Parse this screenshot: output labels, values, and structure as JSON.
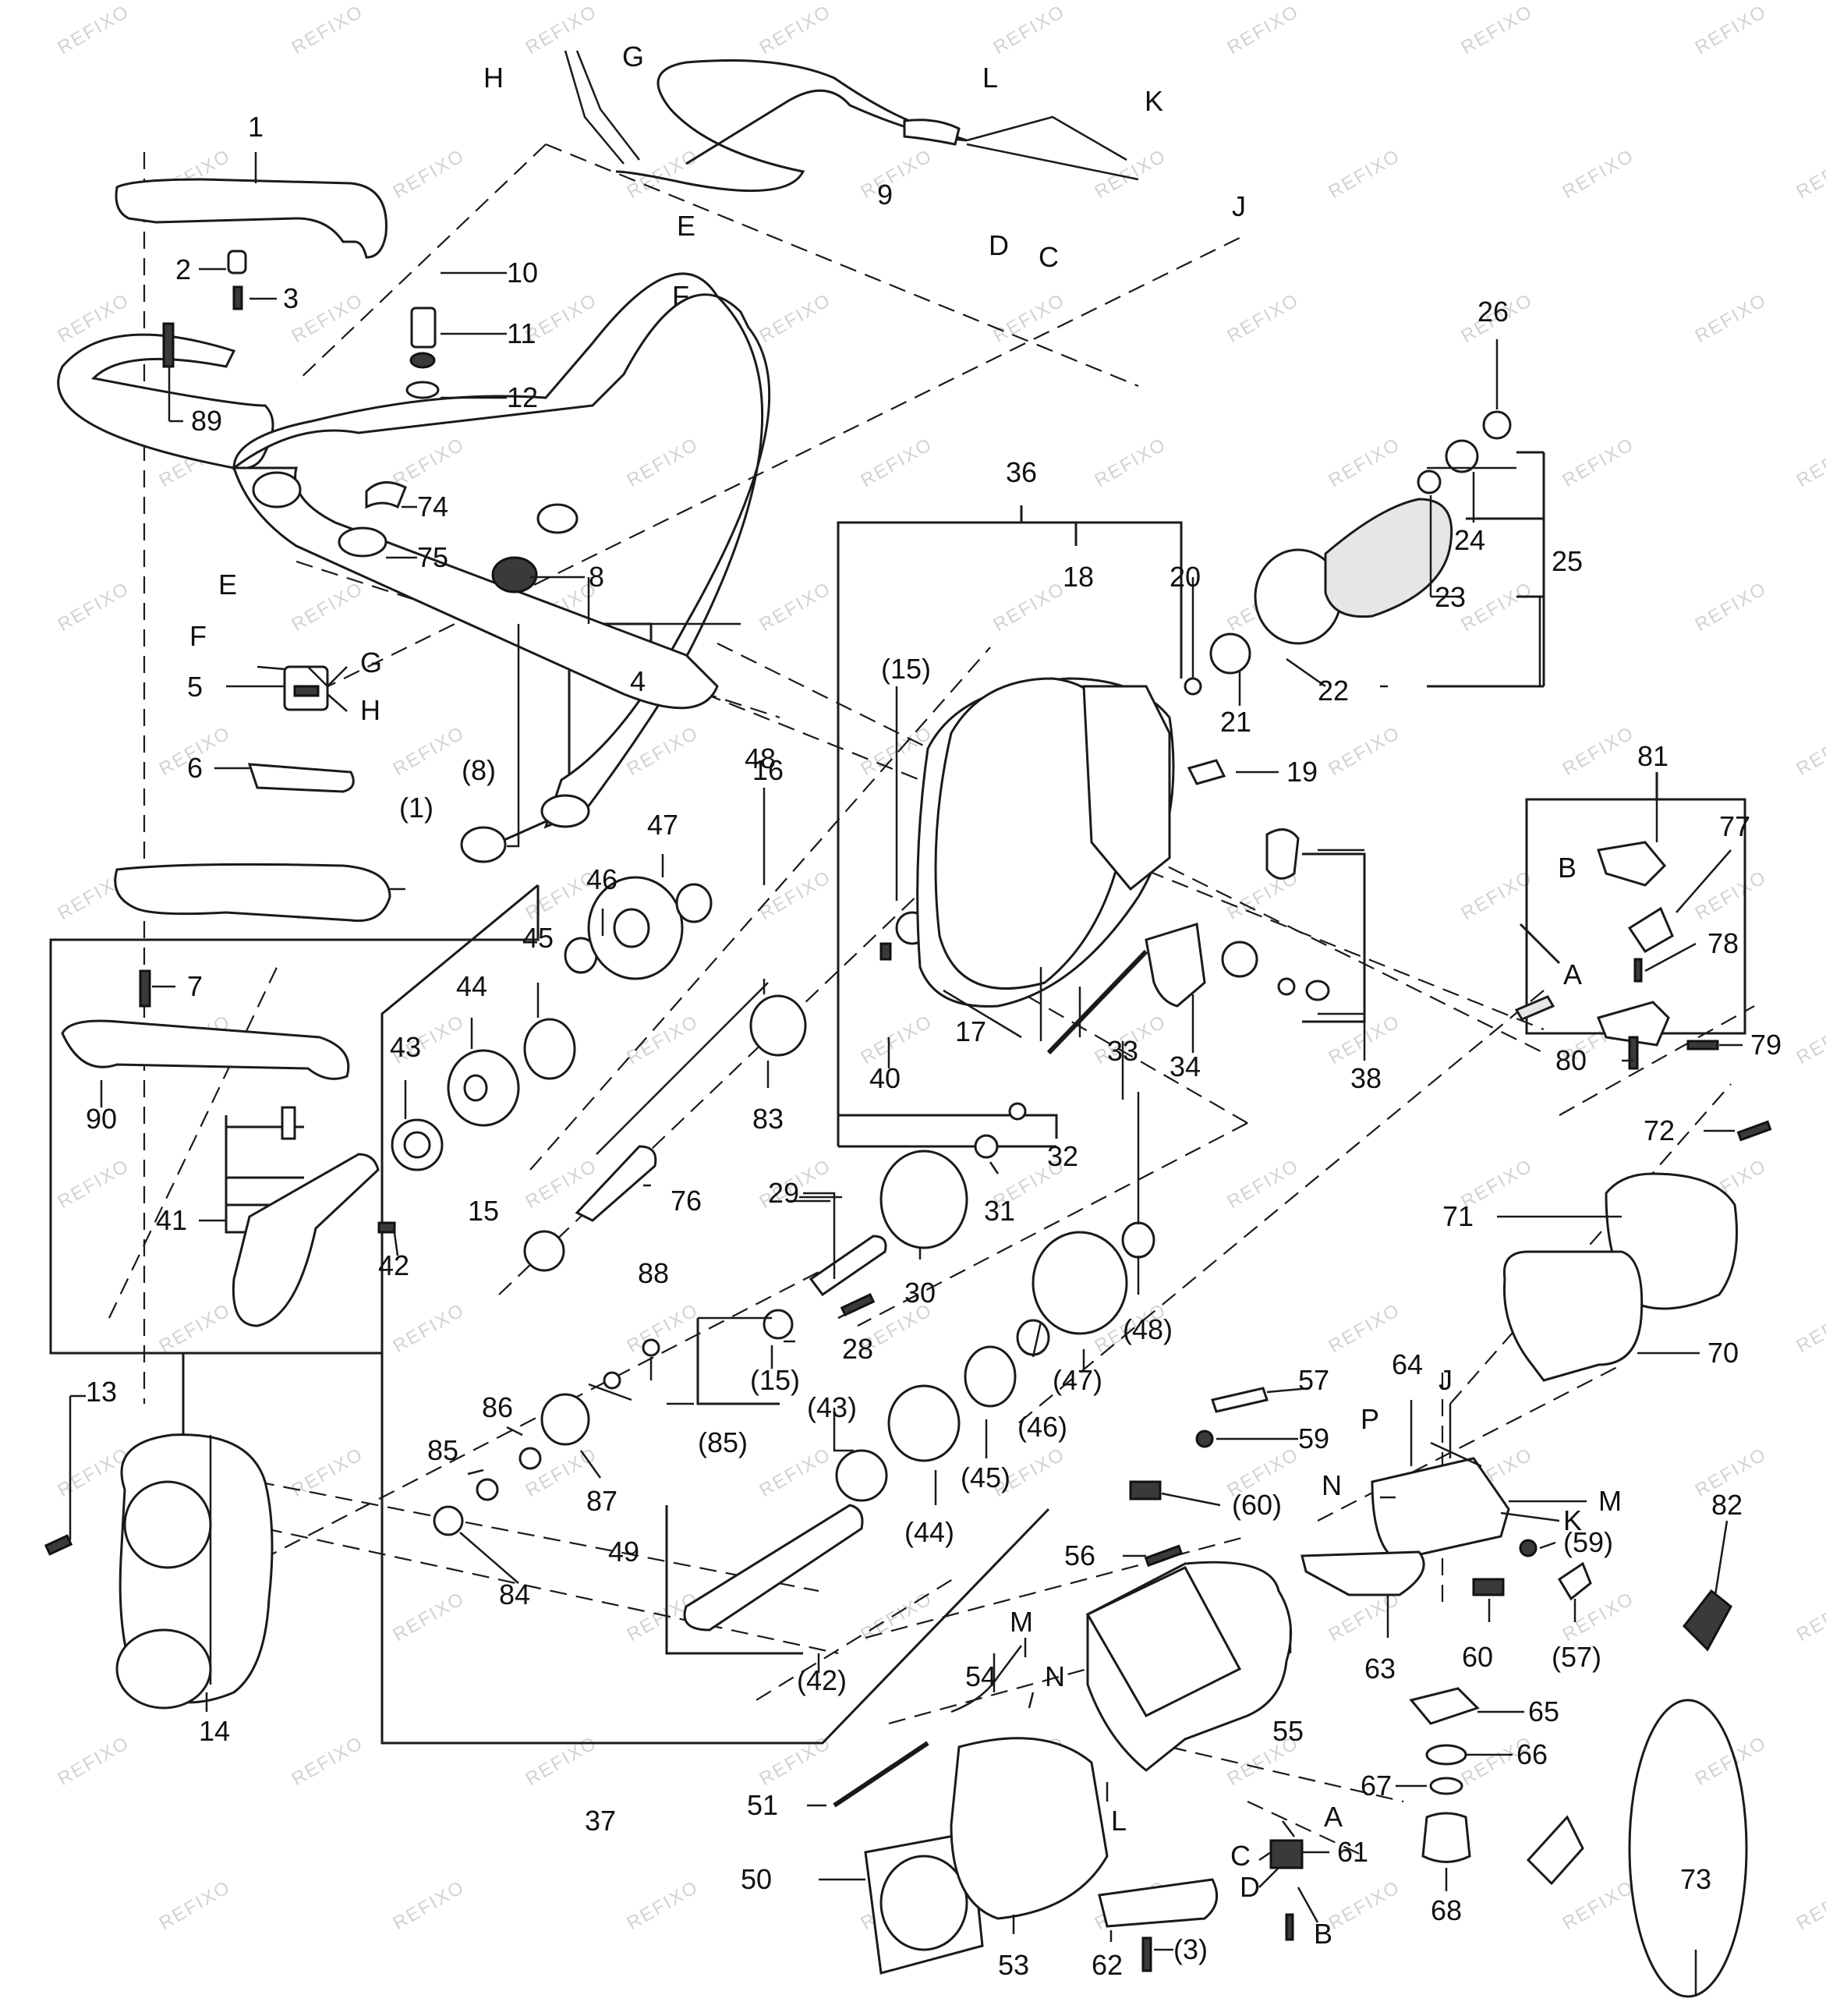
{
  "watermark": "REFIXO",
  "callouts": {
    "c1": "1",
    "c1b": "(1)",
    "c2": "2",
    "c3": "3",
    "c3b": "(3)",
    "c4": "4",
    "c5": "5",
    "c6": "6",
    "c7": "7",
    "c8": "8",
    "c8b": "(8)",
    "c9": "9",
    "c10": "10",
    "c11": "11",
    "c12": "12",
    "c13": "13",
    "c14": "14",
    "c15": "15",
    "c15b": "(15)",
    "c15c": "(15)",
    "c16": "16",
    "c17": "17",
    "c18": "18",
    "c19": "19",
    "c20": "20",
    "c21": "21",
    "c22": "22",
    "c23": "23",
    "c24": "24",
    "c25": "25",
    "c26": "26",
    "c28": "28",
    "c29": "29",
    "c30": "30",
    "c31": "31",
    "c32": "32",
    "c33": "33",
    "c34": "34",
    "c36": "36",
    "c37": "37",
    "c38": "38",
    "c40": "40",
    "c41": "41",
    "c42": "42",
    "c42b": "(42)",
    "c43": "43",
    "c43b": "(43)",
    "c44": "44",
    "c44b": "(44)",
    "c45": "45",
    "c45b": "(45)",
    "c46": "46",
    "c46b": "(46)",
    "c47": "47",
    "c47b": "(47)",
    "c48": "48",
    "c48b": "(48)",
    "c49": "49",
    "c50": "50",
    "c51": "51",
    "c53": "53",
    "c54": "54",
    "c55": "55",
    "c56": "56",
    "c57": "57",
    "c57b": "(57)",
    "c59": "59",
    "c59b": "(59)",
    "c60": "60",
    "c60b": "(60)",
    "c61": "61",
    "c62": "62",
    "c63": "63",
    "c64": "64",
    "c65": "65",
    "c66": "66",
    "c67": "67",
    "c68": "68",
    "c70": "70",
    "c71": "71",
    "c72": "72",
    "c73": "73",
    "c74": "74",
    "c75": "75",
    "c76": "76",
    "c77": "77",
    "c78": "78",
    "c79": "79",
    "c80": "80",
    "c81": "81",
    "c82": "82",
    "c83": "83",
    "c84": "84",
    "c85": "85",
    "c85b": "(85)",
    "c86": "86",
    "c87": "87",
    "c88": "88",
    "c89": "89",
    "c90": "90"
  },
  "wire_labels": {
    "H1": "H",
    "G1": "G",
    "E1": "E",
    "F1": "F",
    "L1": "L",
    "K1": "K",
    "J1": "J",
    "D1": "D",
    "C1": "C",
    "E2": "E",
    "F2": "F",
    "G2": "G",
    "H2": "H",
    "B3": "B",
    "A3": "A",
    "P4": "P",
    "J4": "J",
    "N4": "N",
    "M4": "M",
    "K4": "K",
    "M5": "M",
    "N5": "N",
    "L5": "L",
    "A6": "A",
    "C6": "C",
    "D6": "D",
    "B6": "B"
  }
}
